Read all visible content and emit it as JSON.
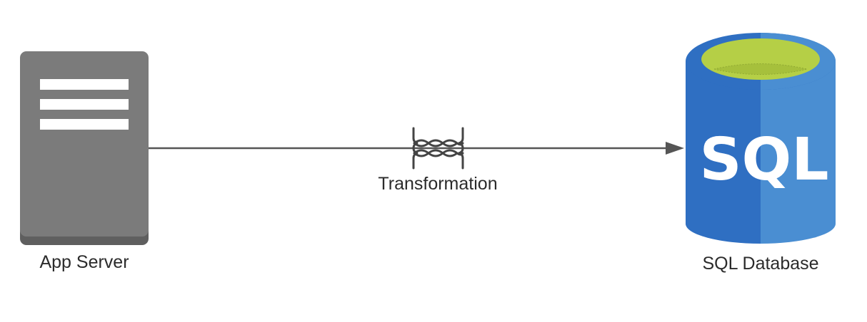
{
  "nodes": {
    "app_server": {
      "label": "App Server",
      "icon": "server-icon"
    },
    "transformation": {
      "label": "Transformation",
      "icon": "transform-icon"
    },
    "sql_database": {
      "label": "SQL Database",
      "icon_text": "SQL",
      "icon": "sql-database-icon"
    }
  },
  "edges": [
    {
      "from": "App Server",
      "to": "SQL Database",
      "via": "Transformation",
      "arrow": "end"
    }
  ],
  "colors": {
    "server_body": "#7b7b7b",
    "server_shadow": "#5f5f5f",
    "server_slots": "#ffffff",
    "connector": "#555555",
    "transform_icon": "#444444",
    "db_blue_dark": "#2f6fc2",
    "db_blue_light": "#4a8ed2",
    "db_top": "#b5cf46",
    "db_text": "#ffffff",
    "label_text": "#2b2b2b"
  }
}
